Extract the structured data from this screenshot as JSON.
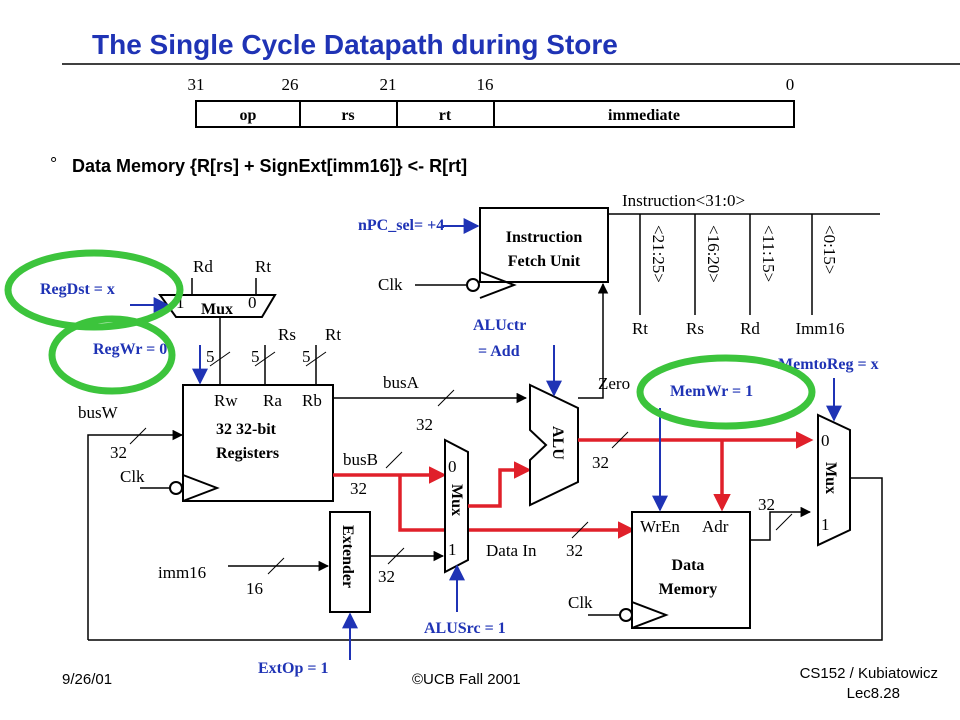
{
  "title": "The Single Cycle Datapath during Store",
  "colors": {
    "title": "#1f33b5",
    "control": "#1f33b5",
    "wire_red": "#e0202a",
    "highlight": "#3cc43c"
  },
  "format": {
    "bits": [
      "31",
      "26",
      "21",
      "16",
      "0"
    ],
    "fields": [
      "op",
      "rs",
      "rt",
      "immediate"
    ]
  },
  "operation": {
    "bullet": "°",
    "text": "Data Memory {R[rs] + SignExt[imm16]} <- R[rt]"
  },
  "instruction_bus": {
    "label": "Instruction<31:0>",
    "taps": [
      "<21:25>",
      "<16:20>",
      "<11:15>",
      "<0:15>"
    ],
    "outputs": [
      "Rt",
      "Rs",
      "Rd",
      "Imm16"
    ]
  },
  "controls": {
    "npc_sel": "nPC_sel= +4",
    "regdst": "RegDst = x",
    "regwr": "RegWr = 0",
    "aluctr_1": "ALUctr",
    "aluctr_2": "= Add",
    "memtoreg": "MemtoReg = x",
    "memwr": "MemWr = 1",
    "alusrc": "ALUSrc = 1",
    "extop": "ExtOp = 1"
  },
  "blocks": {
    "ifetch_1": "Instruction",
    "ifetch_2": "Fetch Unit",
    "regfile_1": "32 32-bit",
    "regfile_2": "Registers",
    "regfile_ports": [
      "Rw",
      "Ra",
      "Rb"
    ],
    "extender": "Extender",
    "alu": "ALU",
    "mux": "Mux",
    "dmem_1": "Data",
    "dmem_2": "Memory",
    "dmem_ports": [
      "WrEn",
      "Adr"
    ]
  },
  "signals": {
    "clk": "Clk",
    "rd": "Rd",
    "rt": "Rt",
    "rs": "Rs",
    "mux_in1": "1",
    "mux_in0": "0",
    "five": "5",
    "busA": "busA",
    "busB": "busB",
    "busW": "busW",
    "w32": "32",
    "w16": "16",
    "imm16": "imm16",
    "zero": "Zero",
    "data_in": "Data In"
  },
  "footer": {
    "date": "9/26/01",
    "copyright": "©UCB Fall 2001",
    "course": "CS152 / Kubiatowicz",
    "lecture": "Lec8.28"
  }
}
